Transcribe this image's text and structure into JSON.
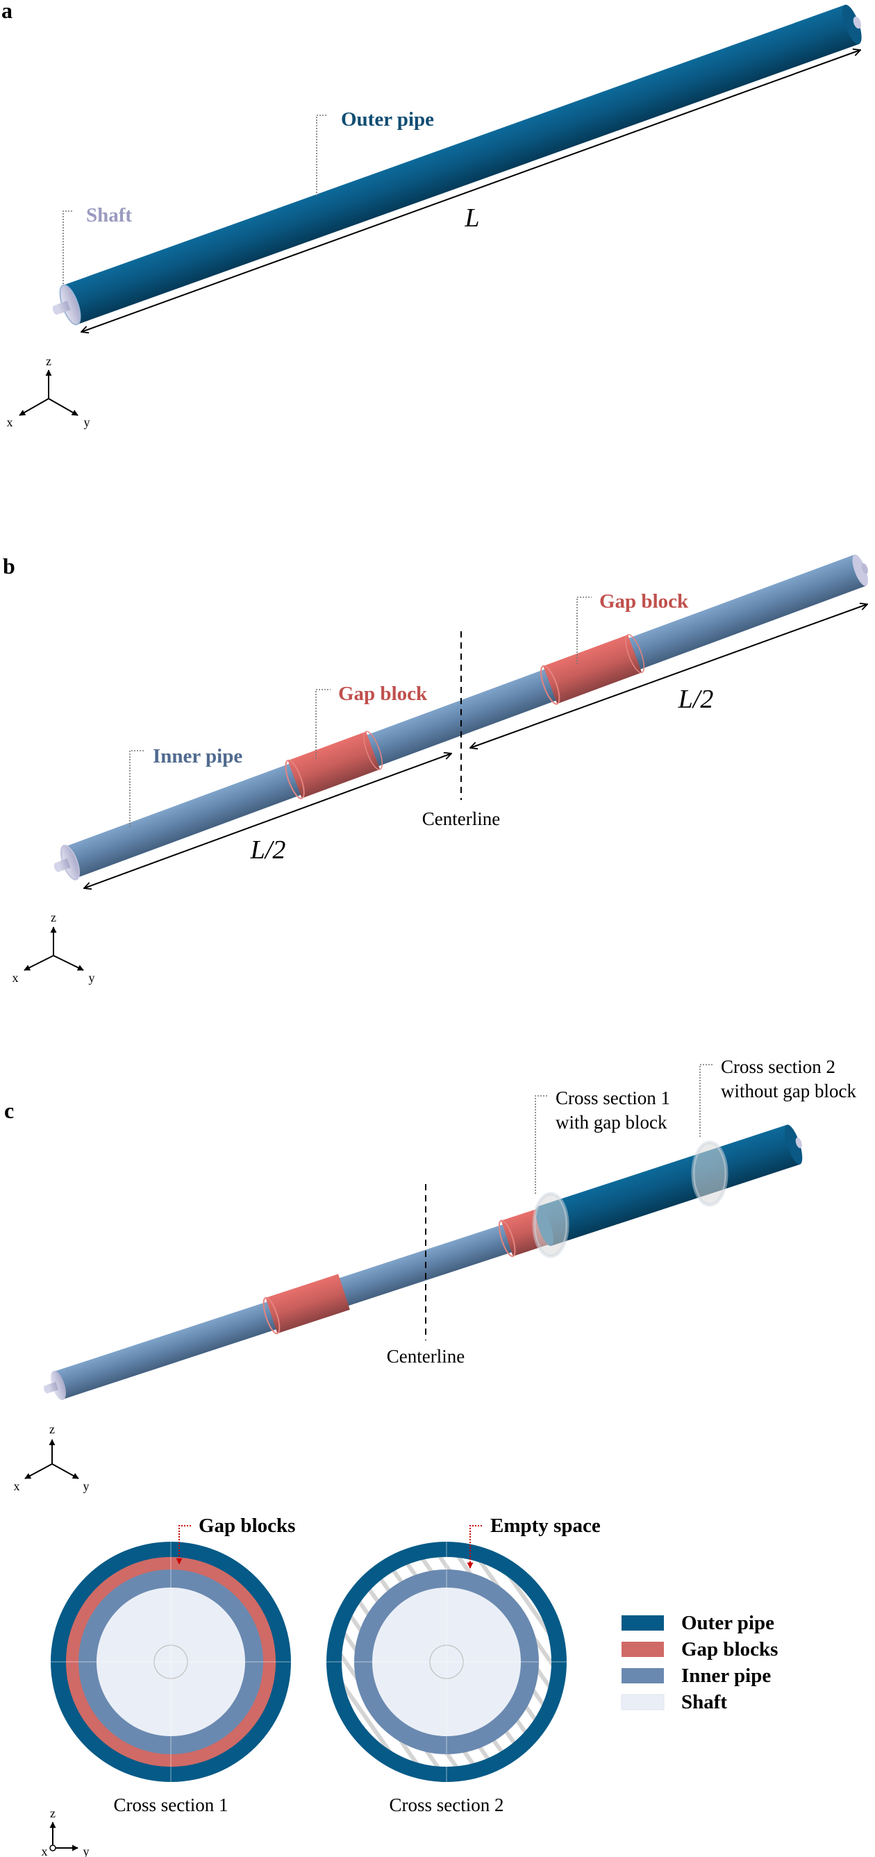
{
  "panels": {
    "a": {
      "letter": "a",
      "labels": {
        "outer_pipe": "Outer pipe",
        "shaft": "Shaft",
        "length": "L"
      }
    },
    "b": {
      "letter": "b",
      "labels": {
        "gap_block_1": "Gap block",
        "gap_block_2": "Gap block",
        "inner_pipe": "Inner pipe",
        "centerline": "Centerline",
        "half_length_1": "L/2",
        "half_length_2": "L/2"
      }
    },
    "c": {
      "letter": "c",
      "labels": {
        "centerline": "Centerline",
        "cs1_line1": "Cross section 1",
        "cs1_line2": "with gap block",
        "cs2_line1": "Cross section 2",
        "cs2_line2": "without gap block"
      },
      "cross_sections": {
        "cs1_callout": "Gap blocks",
        "cs2_callout": "Empty space",
        "cs1_caption": "Cross section 1",
        "cs2_caption": "Cross section 2"
      }
    }
  },
  "axes": {
    "x": "x",
    "y": "y",
    "z": "z"
  },
  "legend": [
    {
      "label": "Outer pipe",
      "color": "#055a87"
    },
    {
      "label": "Gap blocks",
      "color": "#d06a66"
    },
    {
      "label": "Inner pipe",
      "color": "#6a89b0"
    },
    {
      "label": "Shaft",
      "color": "#eaeff7"
    }
  ],
  "colors": {
    "outer_pipe_label": "#0f4d73",
    "shaft_label": "#9a9ac0",
    "gap_block_label": "#c0504d",
    "inner_pipe_label": "#4f6a8f",
    "callout_arrow": "#cc0000"
  }
}
